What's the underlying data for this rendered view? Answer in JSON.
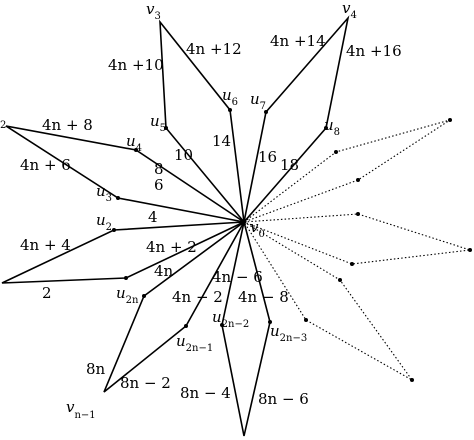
{
  "center": {
    "name": "v",
    "sub": "0"
  },
  "vertices": {
    "v3": {
      "name": "v",
      "sub": "3"
    },
    "v4": {
      "name": "v",
      "sub": "4"
    },
    "vn1": {
      "name": "v",
      "sub": "n−1"
    },
    "v2": {
      "name": "",
      "sub": "2"
    },
    "u2": {
      "name": "u",
      "sub": "2"
    },
    "u3": {
      "name": "u",
      "sub": "3"
    },
    "u4": {
      "name": "u",
      "sub": "4"
    },
    "u5": {
      "name": "u",
      "sub": "5"
    },
    "u6": {
      "name": "u",
      "sub": "6"
    },
    "u7": {
      "name": "u",
      "sub": "7"
    },
    "u8": {
      "name": "u",
      "sub": "8"
    },
    "u2n": {
      "name": "u",
      "sub": "2n"
    },
    "u2n1": {
      "name": "u",
      "sub": "2n−1"
    },
    "u2n2": {
      "name": "u",
      "sub": "2n−2"
    },
    "u2n3": {
      "name": "u",
      "sub": "2n−3"
    }
  },
  "edge_labels": {
    "e4n10": "4n +10",
    "e4n12": "4n +12",
    "e4n14": "4n +14",
    "e4n16": "4n +16",
    "e4n8": "4n + 8",
    "e4n6": "4n + 6",
    "e4n4": "4n + 4",
    "e4n2": "4n + 2",
    "e4n": "4n",
    "e4nm2": "4n − 2",
    "e4nm6": "4n − 6",
    "e4nm8": "4n − 8",
    "e8n": "8n",
    "e8nm2": "8n − 2",
    "e8nm4": "8n − 4",
    "e8nm6": "8n − 6",
    "e2": "2",
    "e4": "4",
    "e6": "6",
    "e8": "8",
    "e10": "10",
    "e14": "14",
    "e16": "16",
    "e18": "18"
  }
}
